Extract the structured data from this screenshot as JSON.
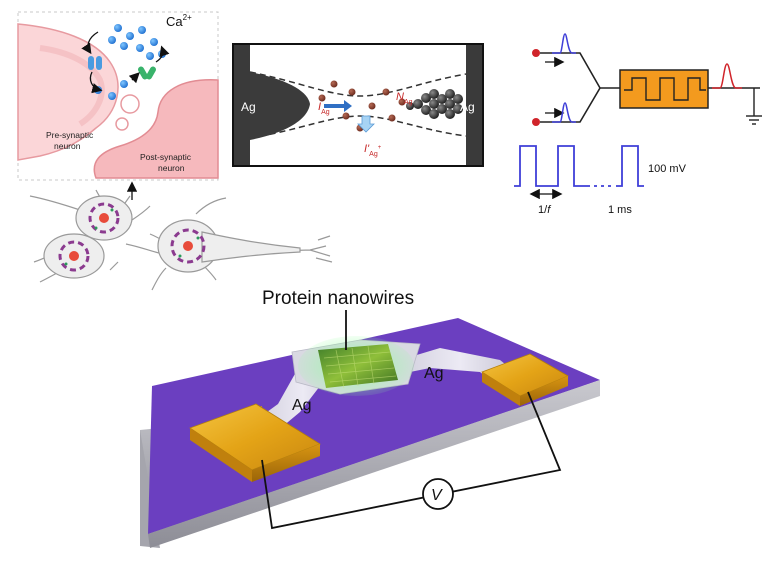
{
  "synapse_panel": {
    "ion_label": "Ca",
    "ion_superscript": "2+",
    "pre_label_line1": "Pre-synaptic",
    "pre_label_line2": "neuron",
    "post_label_line1": "Post-synaptic",
    "post_label_line2": "neuron"
  },
  "filament_panel": {
    "left_electrode": "Ag",
    "right_electrode": "Ag",
    "current_symbol": "I",
    "current_subscript": "Ag",
    "n_symbol": "N",
    "n_subscript": "Ag",
    "ion_current_symbol": "I'",
    "ion_current_subscript": "Ag",
    "ion_current_superscript": "+"
  },
  "circuit_panel": {
    "amplitude_label": "100 mV",
    "period_label": "1/",
    "period_italic": "f",
    "duration_label": "1 ms"
  },
  "device": {
    "title": "Protein nanowires",
    "left_label": "Ag",
    "right_label": "Ag",
    "voltmeter_symbol": "V"
  },
  "colors": {
    "substrate_top": "#6b3fc0",
    "electrode_gold": "#e6a91c",
    "filament_red": "#c62828",
    "pulse_blue": "#3f3fd8",
    "resistor_orange": "#f39a1e",
    "neuron_pink": "#f7c9cc"
  }
}
